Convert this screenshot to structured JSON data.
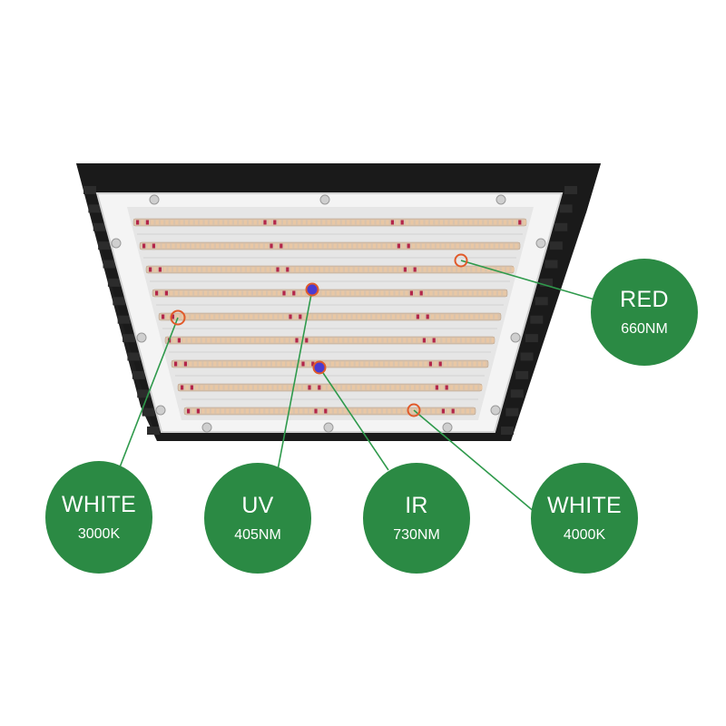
{
  "colors": {
    "badge_green": "#2b8a44",
    "leader_green": "#2f9a4c",
    "housing": "#1e1e1e",
    "panel": "#ebebeb",
    "led_warm": "#e9c7a4",
    "led_red": "#b3264a",
    "led_uv": "#4a3bd0",
    "marker": "#e15a2a"
  },
  "labels": [
    {
      "id": "red",
      "main": "RED",
      "sub": "660NM"
    },
    {
      "id": "w3000",
      "main": "WHITE",
      "sub": "3000K"
    },
    {
      "id": "uv",
      "main": "UV",
      "sub": "405NM"
    },
    {
      "id": "ir",
      "main": "IR",
      "sub": "730NM"
    },
    {
      "id": "w4000",
      "main": "WHITE",
      "sub": "4000K"
    }
  ]
}
